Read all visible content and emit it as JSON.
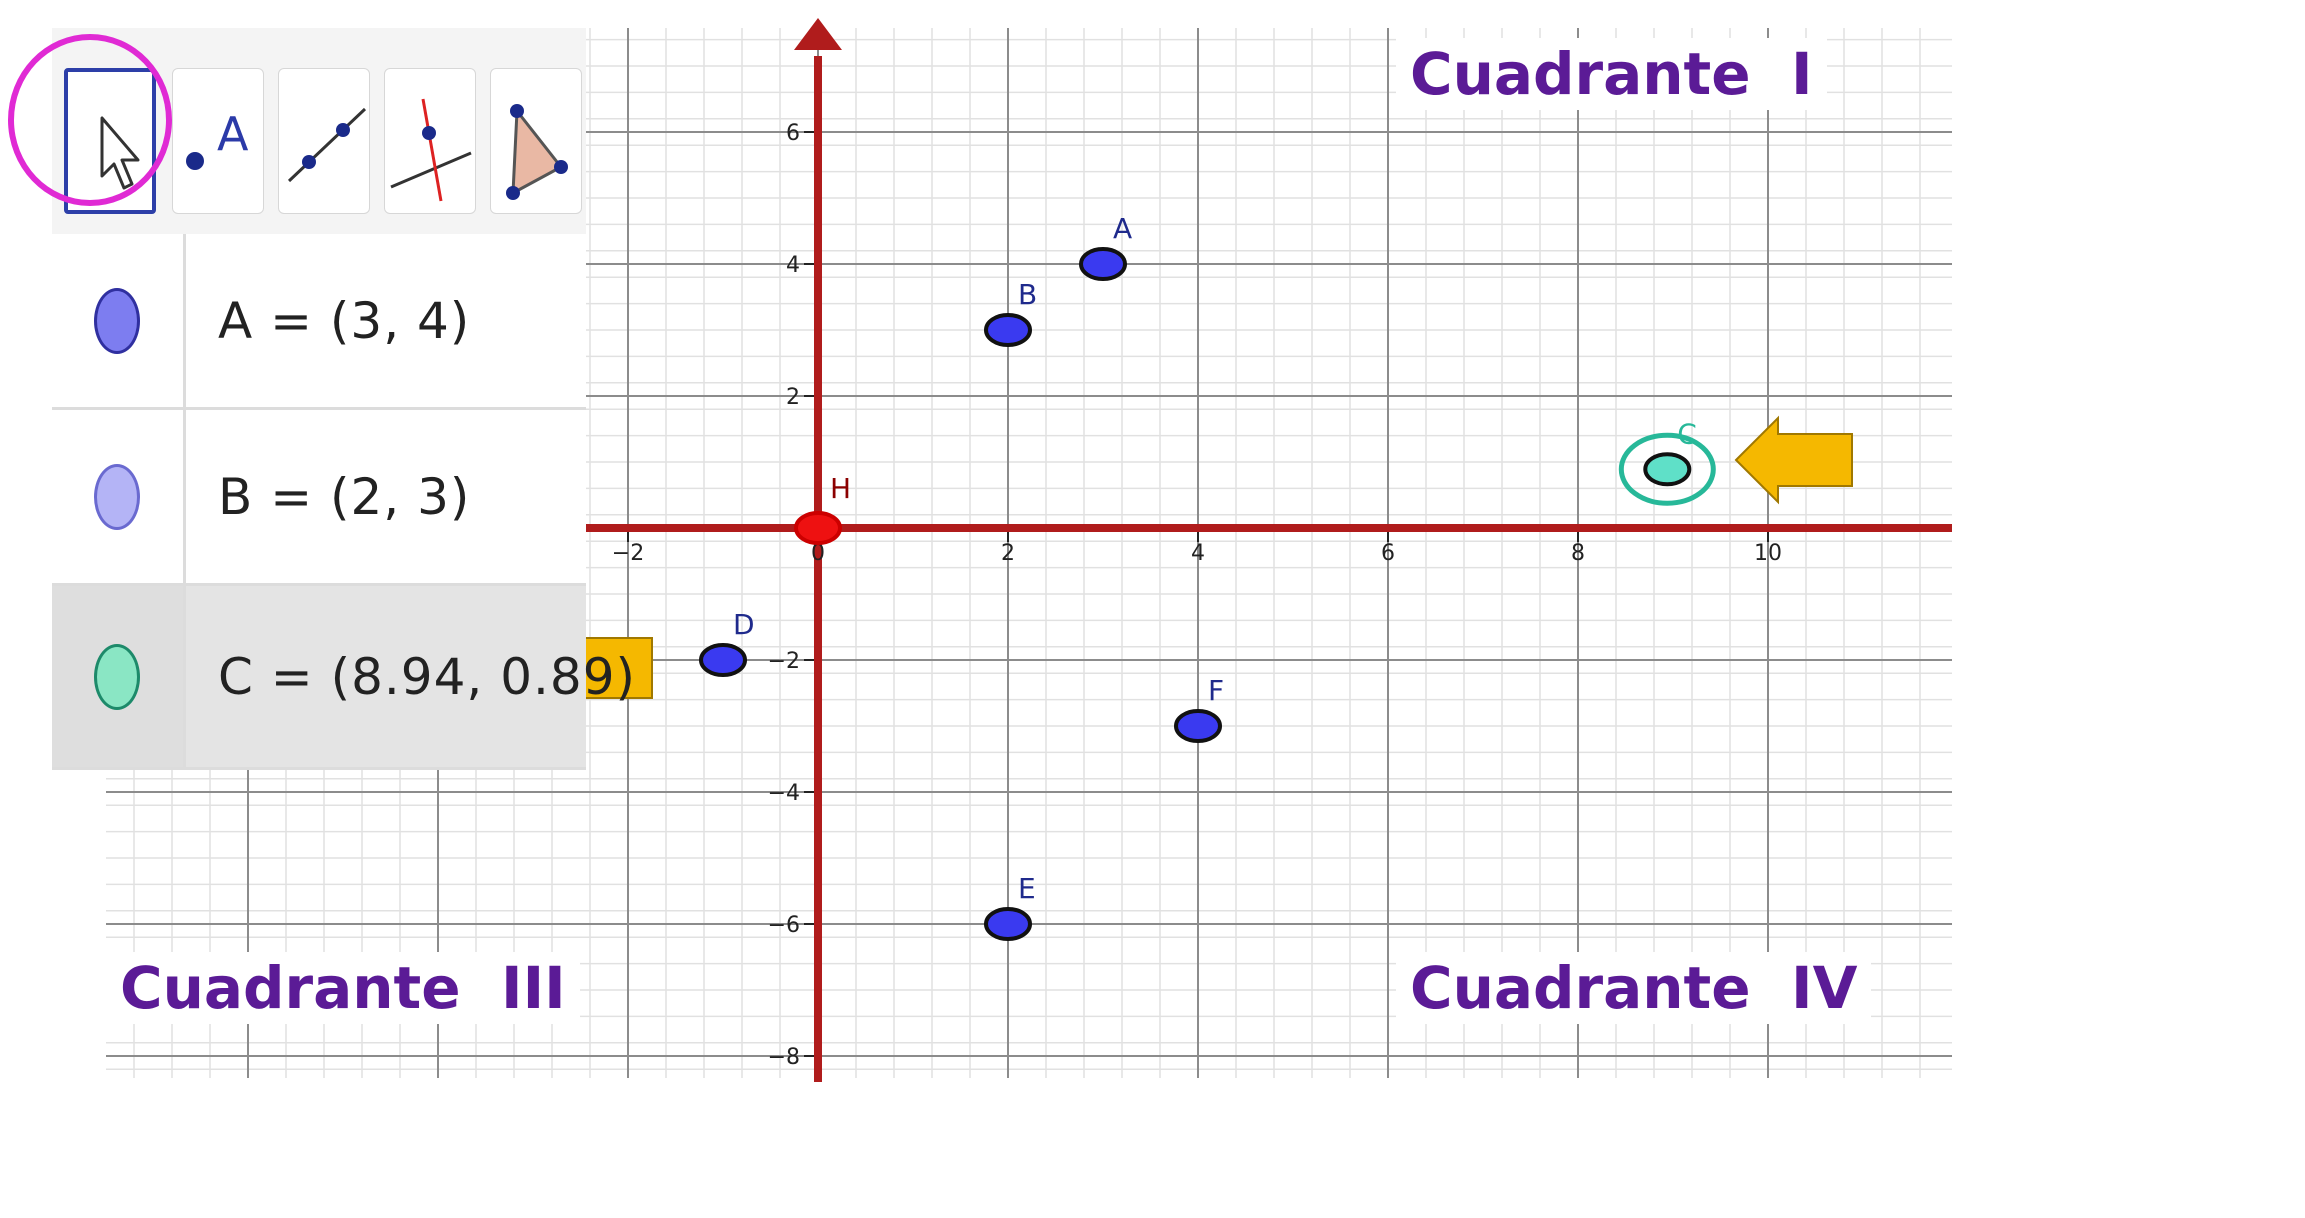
{
  "graph": {
    "x_ticks": [
      "−2",
      "0",
      "2",
      "4",
      "6",
      "8",
      "10"
    ],
    "y_ticks": [
      "6",
      "4",
      "2",
      "−2",
      "−4",
      "−6",
      "−8"
    ],
    "axis_color": "#b01c1c",
    "points": [
      {
        "name": "A",
        "x": 3,
        "y": 4,
        "color": "#3a3af0"
      },
      {
        "name": "B",
        "x": 2,
        "y": 3,
        "color": "#3a3af0"
      },
      {
        "name": "C",
        "x": 8.94,
        "y": 0.89,
        "color": "#5fe0c8"
      },
      {
        "name": "D",
        "x": -1,
        "y": -2,
        "color": "#3a3af0"
      },
      {
        "name": "E",
        "x": 2,
        "y": -6,
        "color": "#3a3af0"
      },
      {
        "name": "F",
        "x": 4,
        "y": -3,
        "color": "#3a3af0"
      },
      {
        "name": "H",
        "x": 0,
        "y": 0,
        "color": "#ee1111"
      }
    ]
  },
  "quadrants": {
    "q1": "Cuadrante  I",
    "q3": "Cuadrante  III",
    "q4": "Cuadrante  IV"
  },
  "toolbar": {
    "point_tool_label": "A",
    "tools": [
      "move-tool",
      "point-tool",
      "line-tool",
      "perpendicular-line-tool",
      "polygon-tool"
    ]
  },
  "algebra": {
    "a": "A = (3, 4)",
    "b": "B = (2, 3)",
    "c": "C = (8.94, 0.89)"
  },
  "colors": {
    "highlight_ring": "#e02ad4",
    "arrow": "#f5b800",
    "quadrant_text": "#5b1b96"
  }
}
